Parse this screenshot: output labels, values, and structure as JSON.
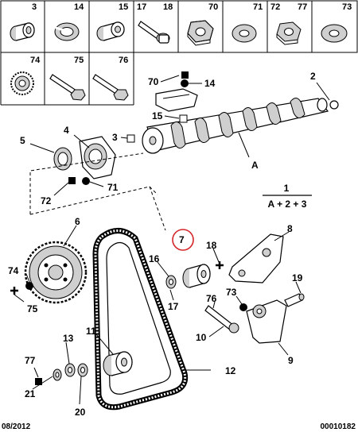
{
  "legend_row1": [
    "3",
    "14",
    "15",
    "17",
    "18",
    "70",
    "71",
    "72",
    "77",
    "73"
  ],
  "legend_row2": [
    "74",
    "75",
    "76"
  ],
  "callouts": {
    "c2": "2",
    "c3": "3",
    "c4": "4",
    "c5": "5",
    "c6": "6",
    "c7": "7",
    "c8": "8",
    "c9": "9",
    "c10": "10",
    "c11": "11",
    "c12": "12",
    "c13": "13",
    "c14": "14",
    "c15": "15",
    "c16": "16",
    "c17": "17",
    "c18": "18",
    "c19": "19",
    "c20": "20",
    "c21": "21",
    "c70": "70",
    "c71": "71",
    "c72": "72",
    "c73": "73",
    "c74": "74",
    "c75": "75",
    "c76": "76",
    "c77": "77",
    "cA": "A"
  },
  "formula": {
    "top": "1",
    "bottom": "A + 2 + 3"
  },
  "footer": {
    "date": "08/2012",
    "code": "00010182"
  },
  "highlight_color": "#d4262a"
}
